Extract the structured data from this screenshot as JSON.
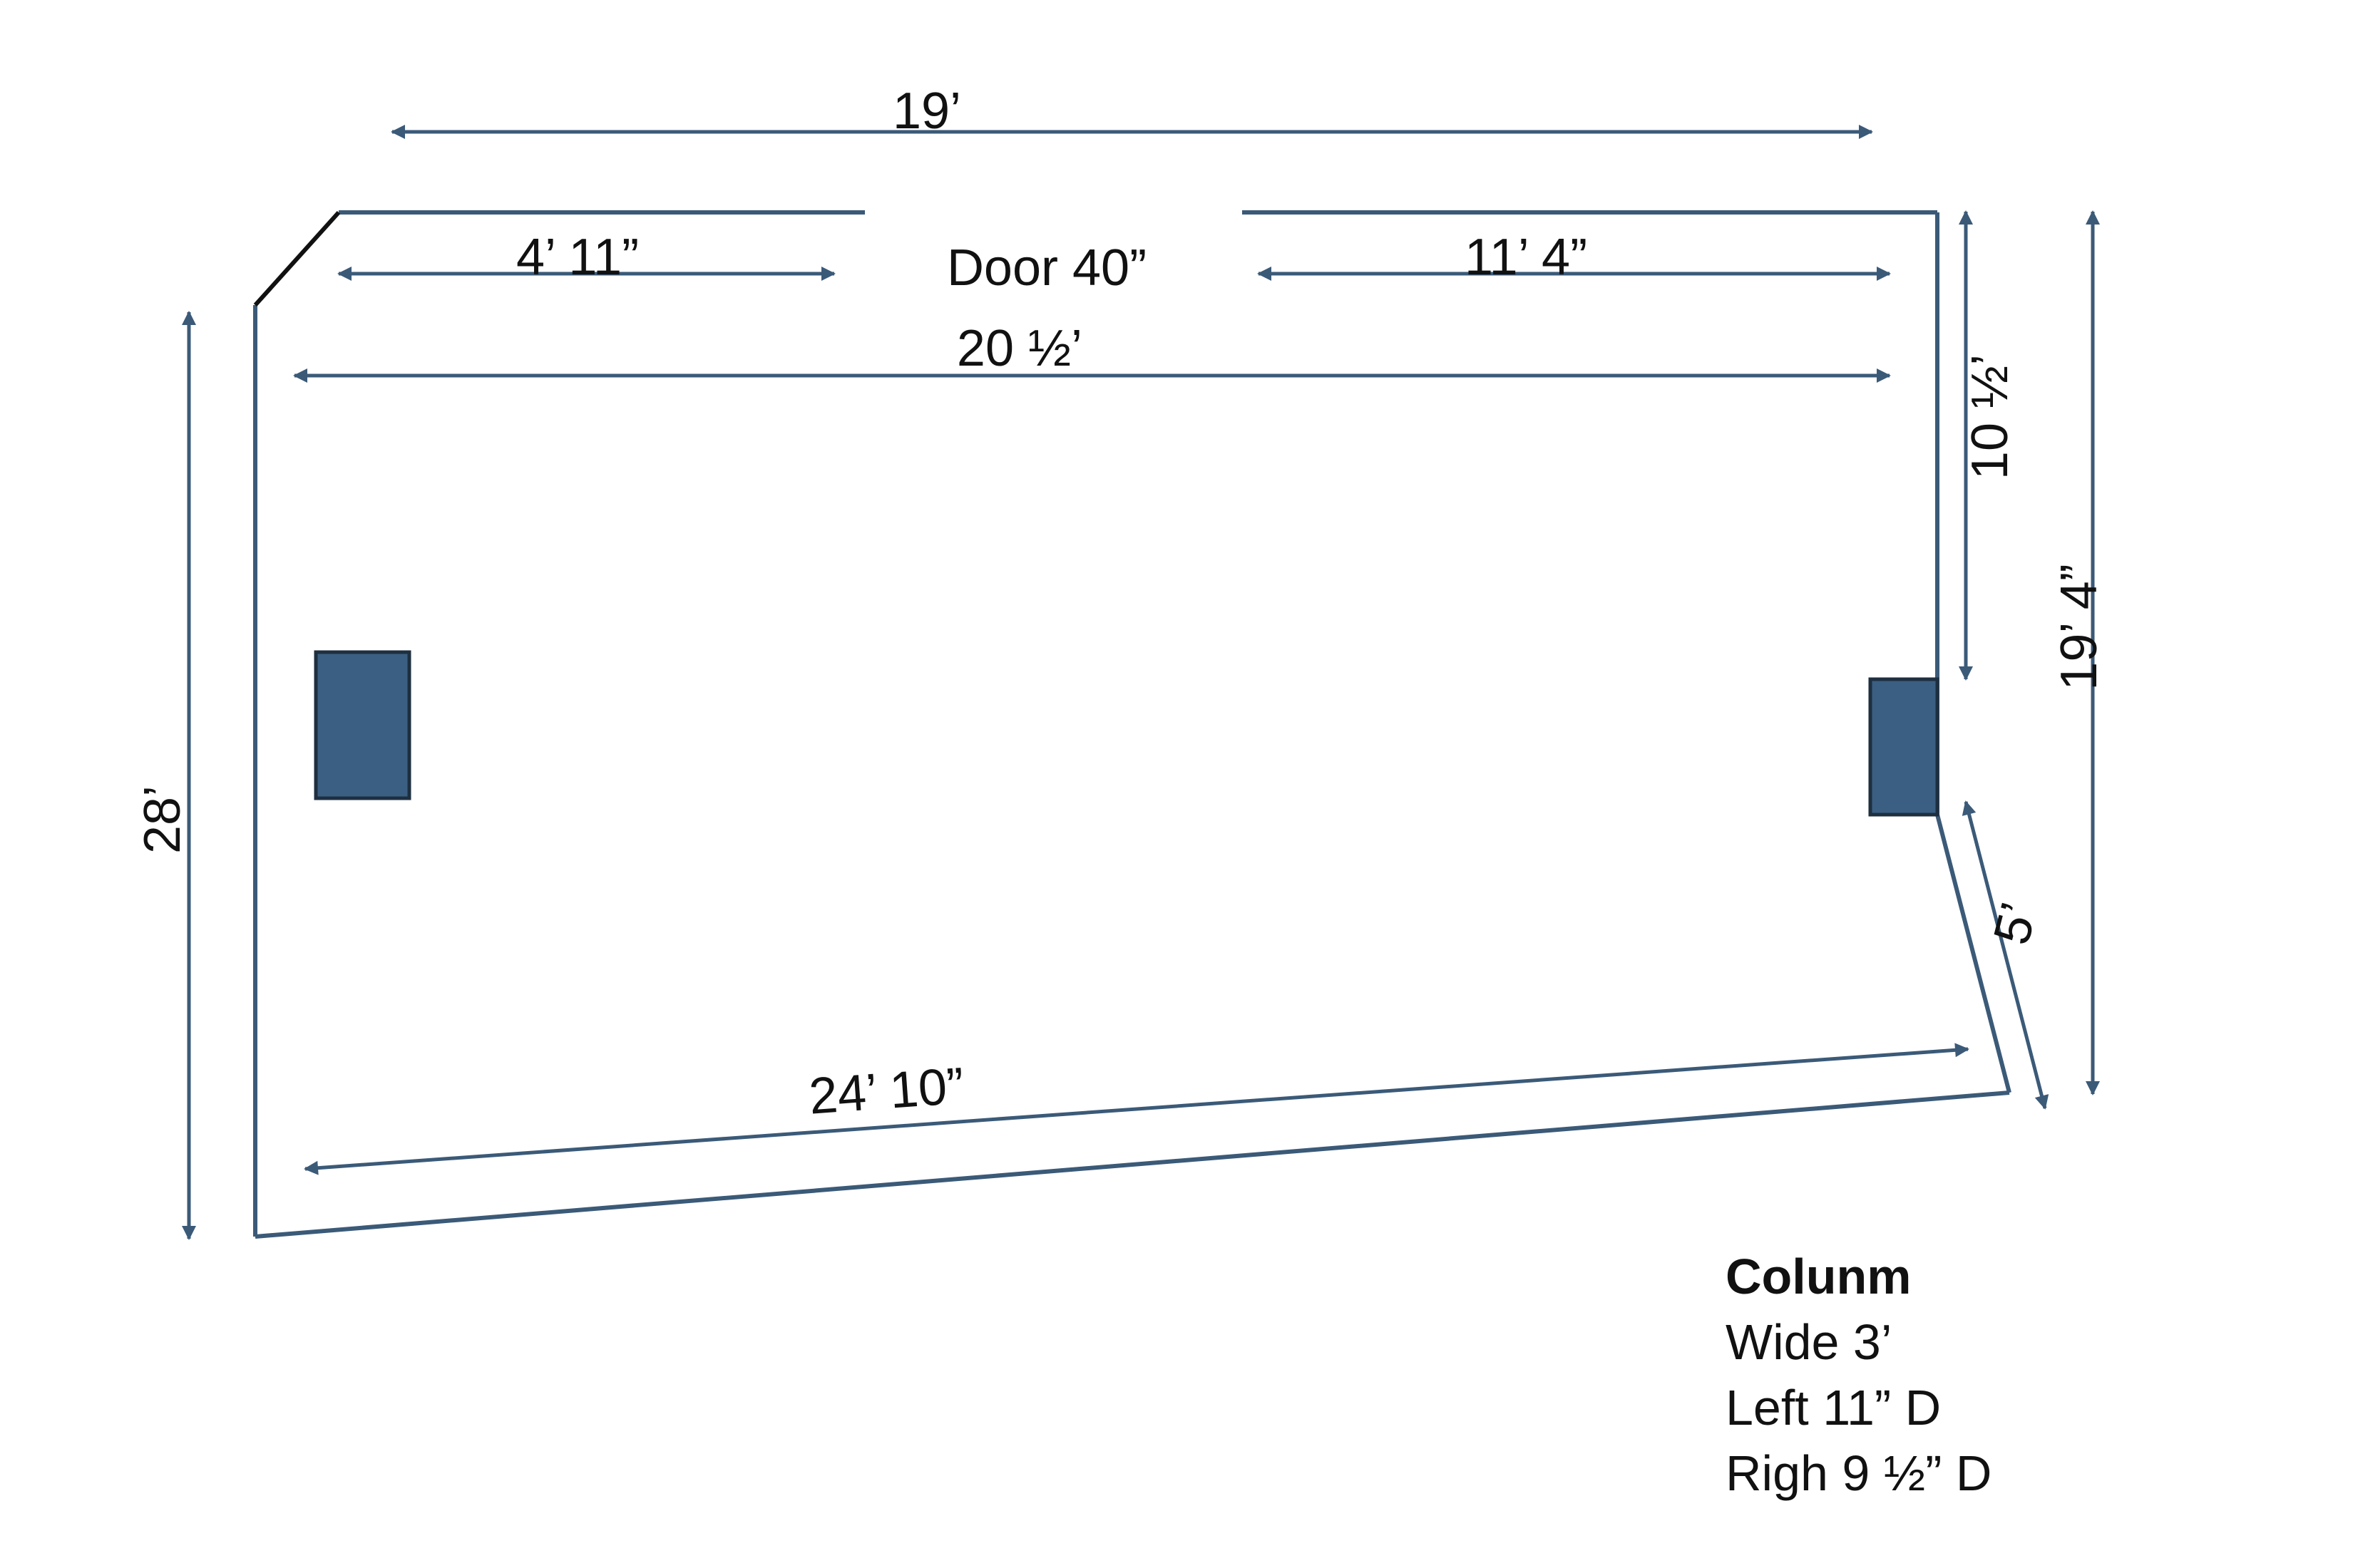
{
  "colors": {
    "wall": "#3b5a78",
    "arrow": "#3b5a78",
    "column_fill": "#3b5f82",
    "column_edge": "#1e2f40",
    "corner": "#111111",
    "text": "#111111"
  },
  "dimensions": {
    "top_overall": "19’",
    "left_segment": "4’ 11”",
    "door": "Door 40”",
    "right_segment": "11’ 4”",
    "interior_width": "20 ½’",
    "right_upper": "10 ½’",
    "right_overall": "19’ 4”",
    "left_overall": "28’",
    "bottom_wall": "24’ 10”",
    "angled_wall": "5’"
  },
  "columns": [
    {
      "name": "left-column"
    },
    {
      "name": "right-column"
    }
  ],
  "note": {
    "title": "Colunm",
    "lines": [
      "Wide 3’",
      "Left 11” D",
      "Righ 9 ½” D"
    ]
  }
}
